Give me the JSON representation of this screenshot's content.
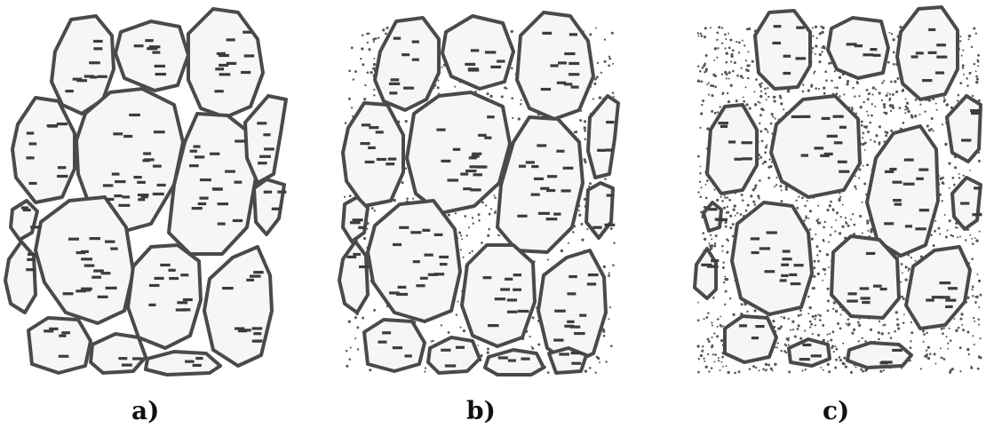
{
  "panels": [
    {
      "label": "a)",
      "description_key": "no-fines"
    },
    {
      "label": "b)",
      "description_key": "partial-fines"
    },
    {
      "label": "c)",
      "description_key": "matrix"
    }
  ],
  "colors": {
    "outline": "#4a4a4a",
    "fill": "#f6f6f6",
    "fines": "#555555",
    "background": "#ffffff"
  }
}
